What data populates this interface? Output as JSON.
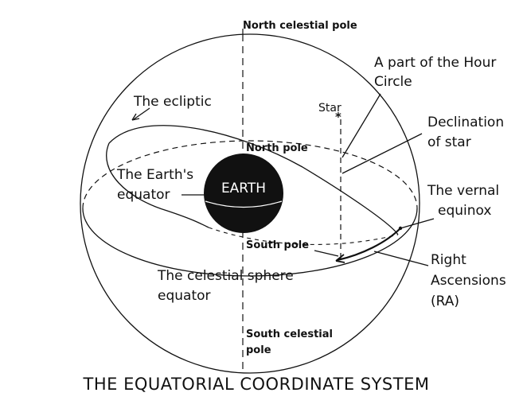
{
  "labels": {
    "north_celestial_pole": "North celestial pole",
    "hour_circle_line1": "A part of the Hour",
    "hour_circle_line2": "Circle",
    "ecliptic": "The ecliptic",
    "star": "Star",
    "declination_line1": "Declination",
    "declination_line2": "of star",
    "north_pole": "North pole",
    "earths_equator_line1": "The Earth's",
    "earths_equator_line2": "equator",
    "earth": "EARTH",
    "vernal_equinox_line1": "The vernal",
    "vernal_equinox_line2": "equinox",
    "south_pole": "South pole",
    "right_ascension_line1": "Right",
    "right_ascension_line2": "Ascensions",
    "right_ascension_line3": "(RA)",
    "celestial_equator_line1": "The celestial sphere",
    "celestial_equator_line2": "equator",
    "south_celestial_pole_line1": "South celestial",
    "south_celestial_pole_line2": "pole"
  },
  "title": "THE EQUATORIAL COORDINATE SYSTEM",
  "colors": {
    "ink": "#111111",
    "earth": "#111111",
    "background": "#ffffff"
  }
}
